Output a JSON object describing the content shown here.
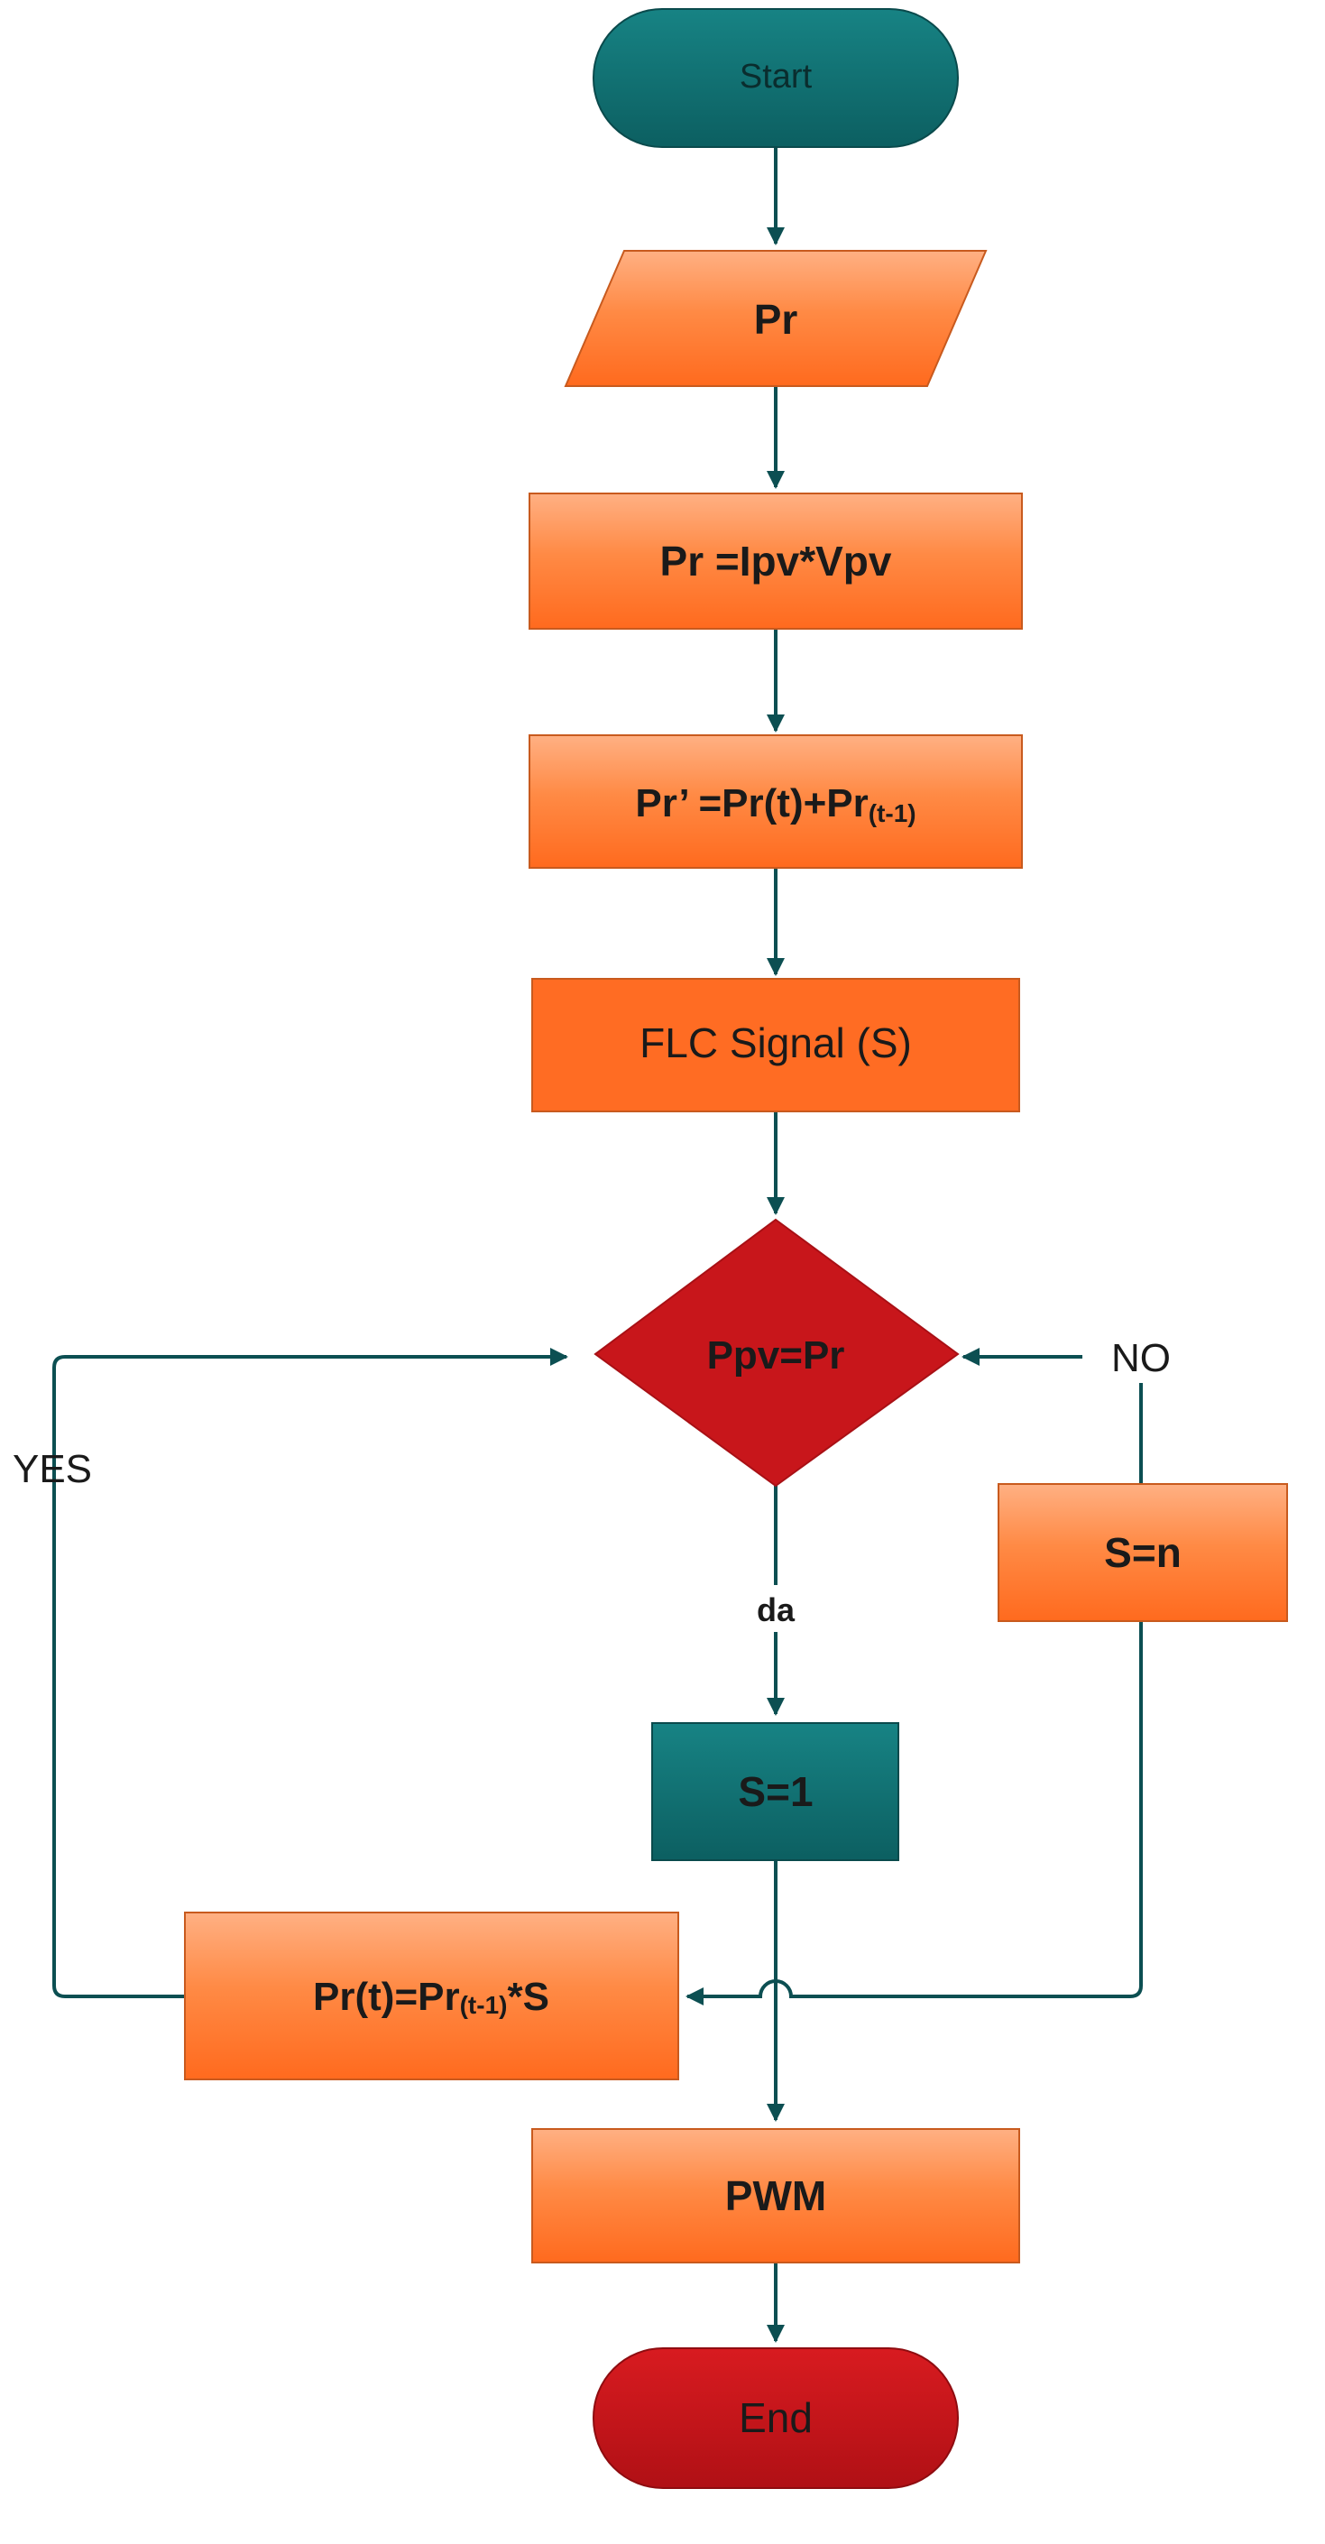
{
  "diagram": {
    "start": "Start",
    "input_pr": "Pr",
    "calc_pr": "Pr =Ipv*Vpv",
    "derivative": {
      "lhs": "Pr’ =Pr(t)+Pr",
      "sub": "(t-1)"
    },
    "flc_signal": "FLC Signal (S)",
    "decision": "Ppv=Pr",
    "label_yes": "YES",
    "label_no": "NO",
    "label_da": "da",
    "s_n": "S=n",
    "s_1": "S=1",
    "update": {
      "pre": "Pr(t)=Pr",
      "sub": "(t-1)",
      "post": "*S"
    },
    "pwm": "PWM",
    "end": "End"
  },
  "colors": {
    "teal": "#0e6b6c",
    "arrow": "#0c4f52",
    "orange_light": "#ffa673",
    "orange_dark": "#ff6a1e",
    "orange_border": "#c85a1e",
    "red": "#c2131a",
    "red_dark": "#a81015"
  }
}
